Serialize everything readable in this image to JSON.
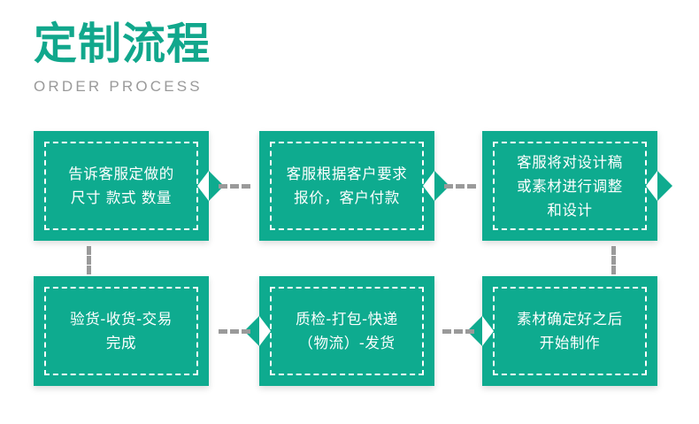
{
  "header": {
    "title": "定制流程",
    "subtitle": "ORDER PROCESS",
    "title_color": "#11a78c",
    "subtitle_color": "#9a9a9a"
  },
  "theme": {
    "box_fill": "#0eab8f",
    "box_text": "#ffffff",
    "dashed_border": "#ffffff",
    "connector": "#9a9a9a",
    "background": "#ffffff"
  },
  "flow": {
    "steps": [
      {
        "step": 1,
        "text": "告诉客服定做的\n尺寸 款式 数量",
        "arrow": "right",
        "row": "top",
        "column": 1
      },
      {
        "step": 2,
        "text": "客服根据客户要求\n报价，客户付款",
        "arrow": "right",
        "row": "top",
        "column": 2
      },
      {
        "step": 3,
        "text": "客服将对设计稿\n或素材进行调整\n和设计",
        "arrow": "right",
        "row": "top",
        "column": 3
      },
      {
        "step": 4,
        "text": "素材确定好之后\n开始制作",
        "arrow": "left",
        "row": "bottom",
        "column": 3
      },
      {
        "step": 5,
        "text": "质检-打包-快递\n（物流）-发货",
        "arrow": "left",
        "row": "bottom",
        "column": 2
      },
      {
        "step": 6,
        "text": "验货-收货-交易\n完成",
        "arrow": "none",
        "row": "bottom",
        "column": 1
      }
    ],
    "connectors": [
      {
        "id": "c1",
        "from_step": 1,
        "to_step": 2,
        "orientation": "horizontal"
      },
      {
        "id": "c2",
        "from_step": 2,
        "to_step": 3,
        "orientation": "horizontal"
      },
      {
        "id": "c3",
        "from_step": 3,
        "to_step": 4,
        "orientation": "vertical"
      },
      {
        "id": "c4",
        "from_step": 4,
        "to_step": 5,
        "orientation": "horizontal"
      },
      {
        "id": "c5",
        "from_step": 5,
        "to_step": 6,
        "orientation": "horizontal"
      },
      {
        "id": "c6",
        "from_step": 1,
        "to_step": 6,
        "orientation": "vertical"
      }
    ]
  }
}
